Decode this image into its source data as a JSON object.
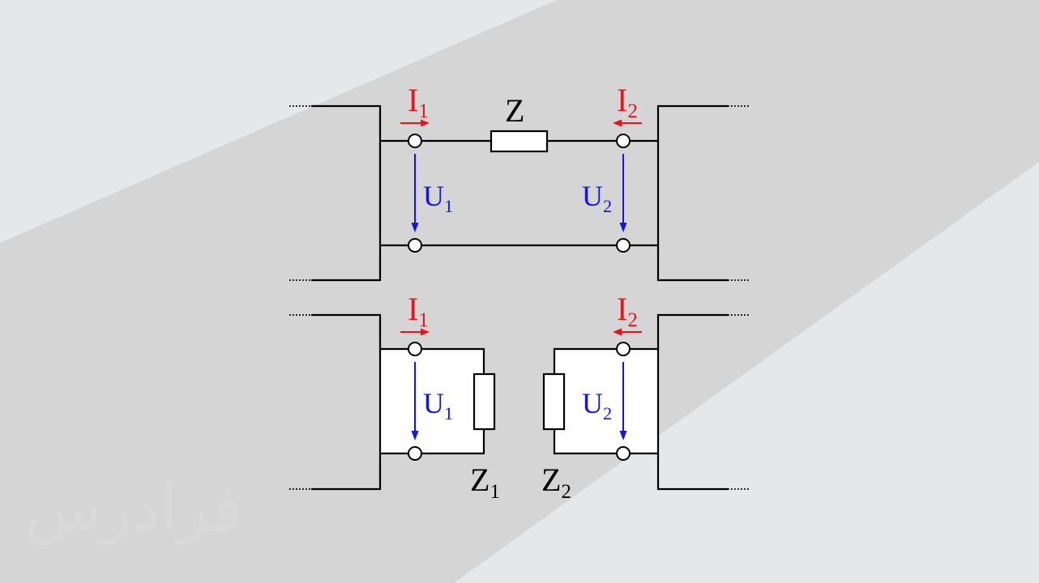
{
  "watermark": {
    "text": "فرادرس"
  },
  "top_circuit": {
    "current_left": {
      "main": "I",
      "sub": "1"
    },
    "current_right": {
      "main": "I",
      "sub": "2"
    },
    "impedance": {
      "main": "Z"
    },
    "voltage_left": {
      "main": "U",
      "sub": "1"
    },
    "voltage_right": {
      "main": "U",
      "sub": "2"
    }
  },
  "bottom_circuit": {
    "current_left": {
      "main": "I",
      "sub": "1"
    },
    "current_right": {
      "main": "I",
      "sub": "2"
    },
    "voltage_left": {
      "main": "U",
      "sub": "1"
    },
    "voltage_right": {
      "main": "U",
      "sub": "2"
    },
    "impedance_left": {
      "main": "Z",
      "sub": "1"
    },
    "impedance_right": {
      "main": "Z",
      "sub": "2"
    }
  },
  "colors": {
    "current": "#e8141b",
    "voltage": "#1414e6",
    "wire": "#000000",
    "background": "#e6e7e8",
    "shadow": "#d5d5d5"
  }
}
